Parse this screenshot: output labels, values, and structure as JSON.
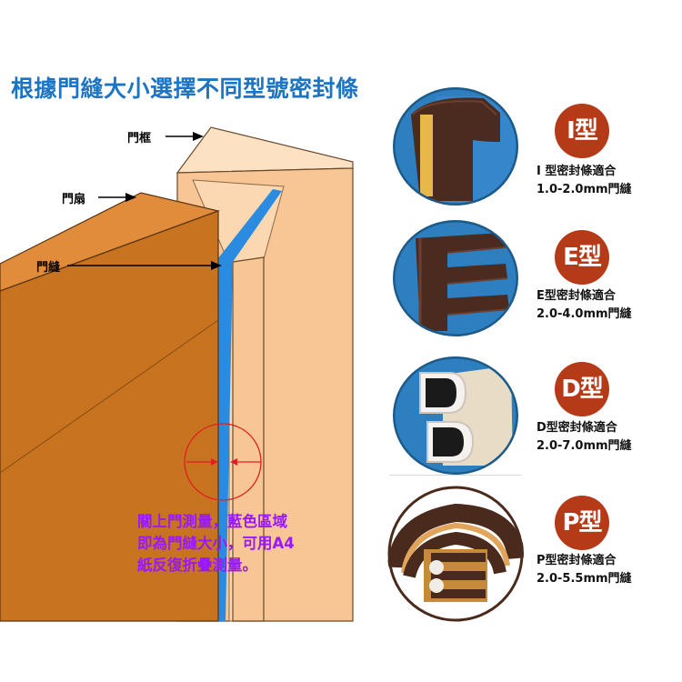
{
  "title": "根據門縫大小選擇不同型號密封條",
  "labels": {
    "frame": "門框",
    "leaf": "門扇",
    "gap": "門縫"
  },
  "note": {
    "line1": "關上門測量，藍色區域",
    "line2": "即為門縫大小，可用A4",
    "line3": "紙反復折疊測量。"
  },
  "seals": [
    {
      "badge": "I型",
      "line1": "I 型密封條適合",
      "line2": "1.0-2.0mm門縫"
    },
    {
      "badge": "E型",
      "line1": "E型密封條適合",
      "line2": "2.0-4.0mm門縫"
    },
    {
      "badge": "D型",
      "line1": "D型密封條適合",
      "line2": "2.0-7.0mm門縫"
    },
    {
      "badge": "P型",
      "line1": "P型密封條適合",
      "line2": "2.0-5.5mm門縫"
    }
  ],
  "colors": {
    "title": "#1c74c4",
    "door_leaf": "#c8731f",
    "door_frame": "#f8c594",
    "gap": "#2a8be0",
    "note": "#9a18ff",
    "badge": "#b53a17",
    "measure_circle": "#e02020",
    "seal_brown": "#4a2a1c"
  }
}
